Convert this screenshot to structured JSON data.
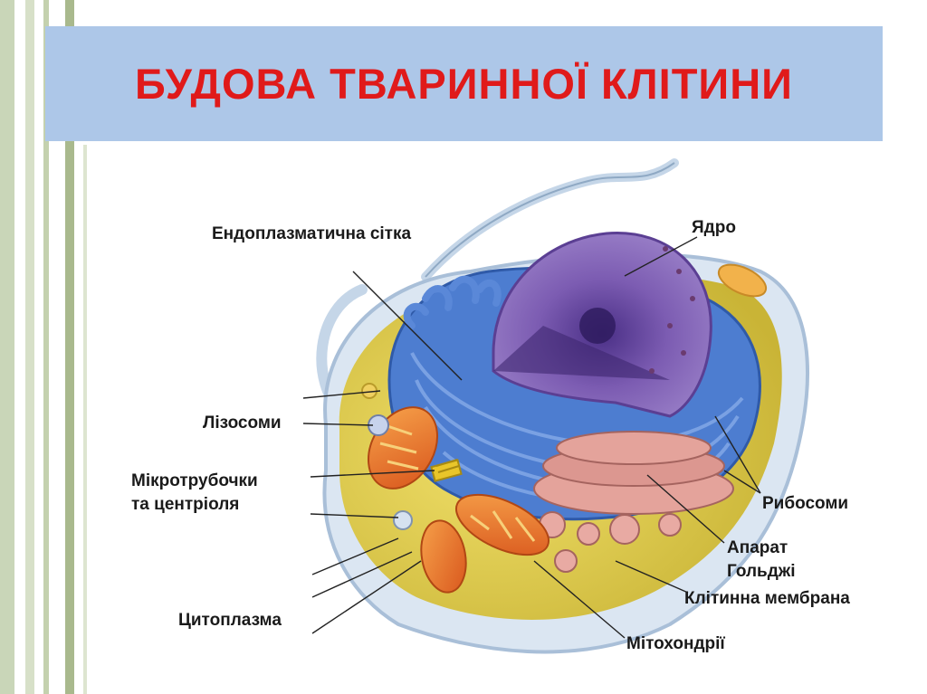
{
  "title": "БУДОВА  ТВАРИННОЇ  КЛІТИНИ",
  "colors": {
    "title": "#e01a1a",
    "banner": "#adc7e8",
    "nucleus": "#7b5aa8",
    "er": "#4a78c8",
    "golgi": "#d9928a",
    "mitochondria": "#f07a30",
    "cytoplasm": "#e3cf4d",
    "membrane": "#c9d8ea"
  },
  "labels": {
    "er": "Ендоплазматична сітка",
    "nucleus": "Ядро",
    "lysosomes": "Лізосоми",
    "microtubules_1": "Мікротрубочки",
    "microtubules_2": "та центріоля",
    "ribosomes": "Рибосоми",
    "golgi_1": "Апарат",
    "golgi_2": "Гольджі",
    "membrane": "Клітинна мембрана",
    "cytoplasm": "Цитоплазма",
    "mitochondria": "Мітохондрії"
  }
}
